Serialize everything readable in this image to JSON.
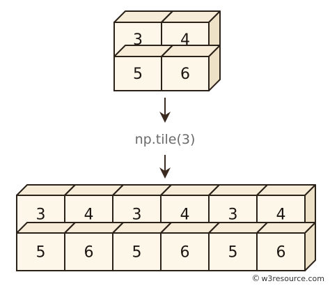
{
  "input_array": [
    [
      3,
      4
    ],
    [
      5,
      6
    ]
  ],
  "operation_label": "np.tile(3)",
  "output_array": [
    [
      3,
      4,
      3,
      4,
      3,
      4
    ],
    [
      5,
      6,
      5,
      6,
      5,
      6
    ]
  ],
  "credit": {
    "symbol": "©",
    "text": "w3resource.com"
  },
  "colors": {
    "cube_front": "#fdf7ea",
    "cube_top": "#f6ecd8",
    "cube_side": "#ede1c8",
    "outline": "#2a2118",
    "arrow": "#3b2a20",
    "label": "#6a6a6a"
  }
}
